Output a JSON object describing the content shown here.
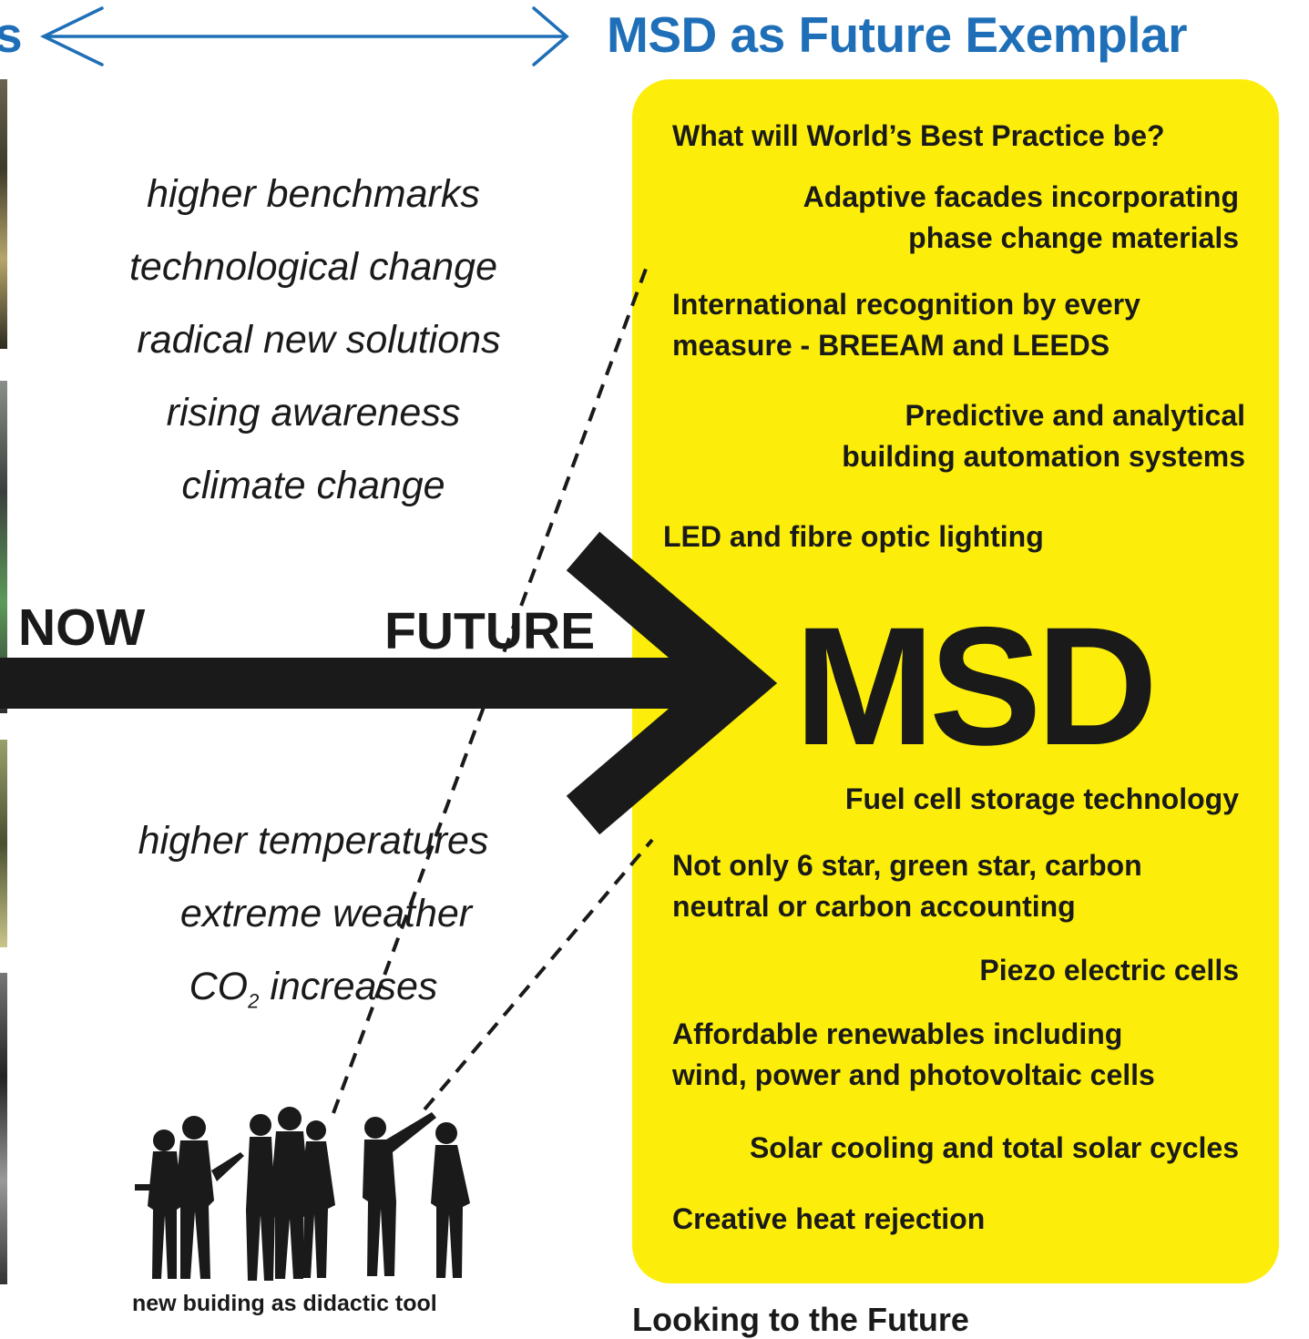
{
  "header": {
    "left_fragment": "s",
    "title": "MSD as Future Exemplar",
    "colors": {
      "accent": "#1f6fb8",
      "panel": "#fcee0a",
      "ink": "#1a1a1a"
    }
  },
  "drivers_top": [
    "higher benchmarks",
    "technological change",
    "radical new solutions",
    "rising awareness",
    "climate change"
  ],
  "drivers_bottom": {
    "items": [
      "higher temperatures",
      "extreme weather"
    ],
    "co2": {
      "prefix": "CO",
      "subscript": "2",
      "suffix": " increases"
    }
  },
  "timeline": {
    "now_label": "NOW",
    "future_label": "FUTURE"
  },
  "panel": {
    "question": "What will World’s Best Practice be?",
    "items_top": [
      "Adaptive facades incorporating\nphase change materials",
      "International recognition by every\nmeasure - BREEAM and LEEDS",
      "Predictive and analytical\nbuilding automation systems",
      "LED and fibre optic lighting"
    ],
    "center_label": "MSD",
    "items_bottom": [
      "Fuel cell storage technology",
      "Not only 6 star, green star, carbon\nneutral or carbon accounting",
      "Piezo electric cells",
      "Affordable renewables including\nwind, power and photovoltaic cells",
      "Solar cooling and total solar cycles",
      "Creative heat rejection"
    ]
  },
  "people_caption": "new buiding as didactic tool",
  "footer_partial": "Looking to the Future"
}
